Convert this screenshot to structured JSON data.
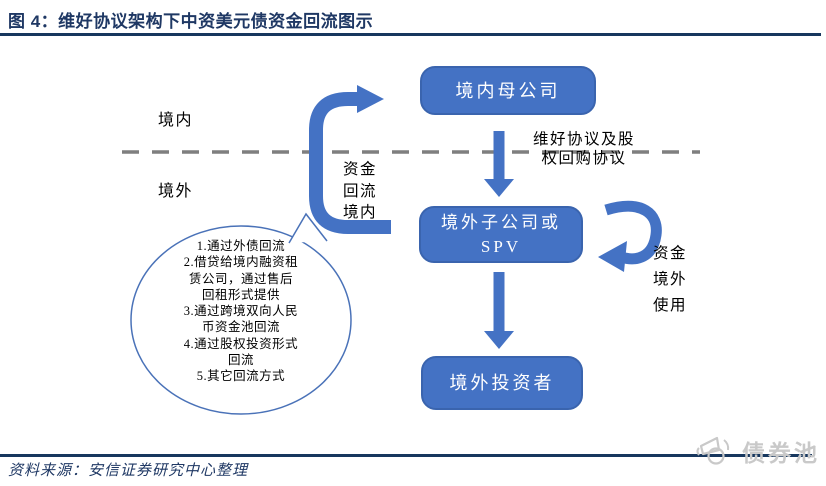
{
  "title": {
    "label": "图 4：维好协议架构下中资美元债资金回流图示"
  },
  "regions": {
    "domestic": "境内",
    "overseas": "境外"
  },
  "nodes": {
    "parent": "境内母公司",
    "spv": "境外子公司或\nSPV",
    "investor": "境外投资者"
  },
  "labels": {
    "keepwell": "维好协议及股\n权回购协议",
    "repatriation": "资金\n回流\n境内",
    "overseas_use": "资金\n境外\n使用"
  },
  "callout": {
    "text": "1.通过外债回流\n2.借贷给境内融资租\n赁公司，通过售后\n回租形式提供\n3.通过跨境双向人民\n币资金池回流\n4.通过股权投资形式\n回流\n5.其它回流方式"
  },
  "footer": {
    "source": "资料来源：安信证券研究中心整理",
    "watermark": "债券池"
  },
  "colors": {
    "accent_blue": "#4472C4",
    "accent_blue_dark": "#3A64AE",
    "navy": "#1F3864",
    "rule_navy": "#17375E",
    "dash_gray": "#7F7F7F",
    "callout_stroke": "#4A72B8",
    "watermark_gray": "#C9C9C9"
  }
}
